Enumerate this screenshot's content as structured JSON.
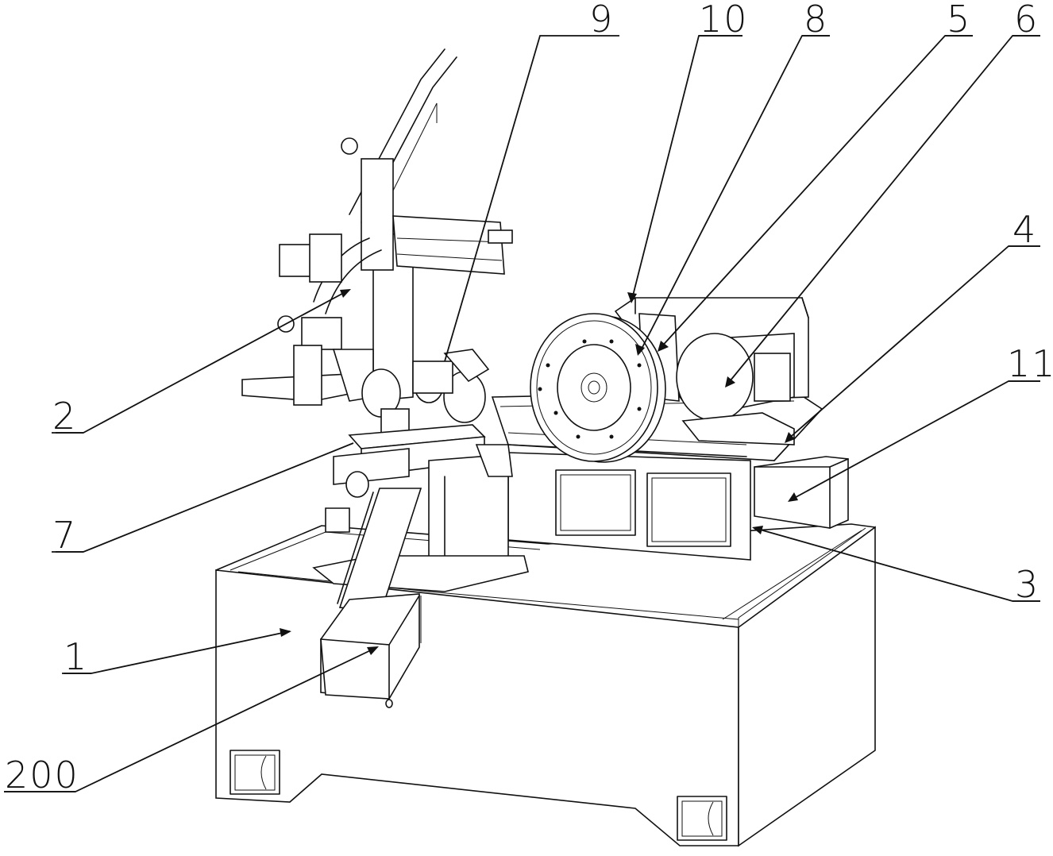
{
  "labels": [
    {
      "id": "callout-1",
      "text": "1"
    },
    {
      "id": "callout-2",
      "text": "2"
    },
    {
      "id": "callout-3",
      "text": "3"
    },
    {
      "id": "callout-4",
      "text": "4"
    },
    {
      "id": "callout-5",
      "text": "5"
    },
    {
      "id": "callout-6",
      "text": "6"
    },
    {
      "id": "callout-7",
      "text": "7"
    },
    {
      "id": "callout-8",
      "text": "8"
    },
    {
      "id": "callout-9",
      "text": "9"
    },
    {
      "id": "callout-10",
      "text": "10"
    },
    {
      "id": "callout-11",
      "text": "11"
    },
    {
      "id": "callout-200",
      "text": "200"
    }
  ]
}
